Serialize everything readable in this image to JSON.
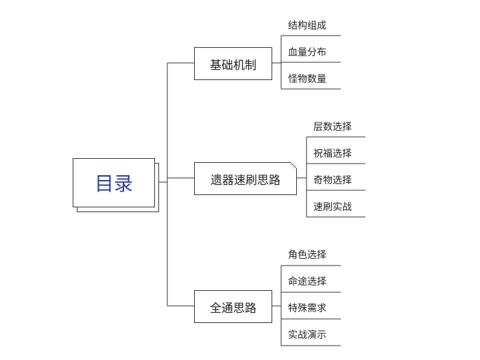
{
  "root": {
    "label": "目录"
  },
  "branches": [
    {
      "label": "基础机制",
      "children": [
        "结构组成",
        "血量分布",
        "怪物数量"
      ]
    },
    {
      "label": "遗器速刷思路",
      "children": [
        "层数选择",
        "祝福选择",
        "奇物选择",
        "速刷实战"
      ]
    },
    {
      "label": "全通思路",
      "children": [
        "角色选择",
        "命途选择",
        "特殊需求",
        "实战演示"
      ]
    }
  ],
  "colors": {
    "root_text": "#2f3f9f",
    "line": "#333333"
  }
}
